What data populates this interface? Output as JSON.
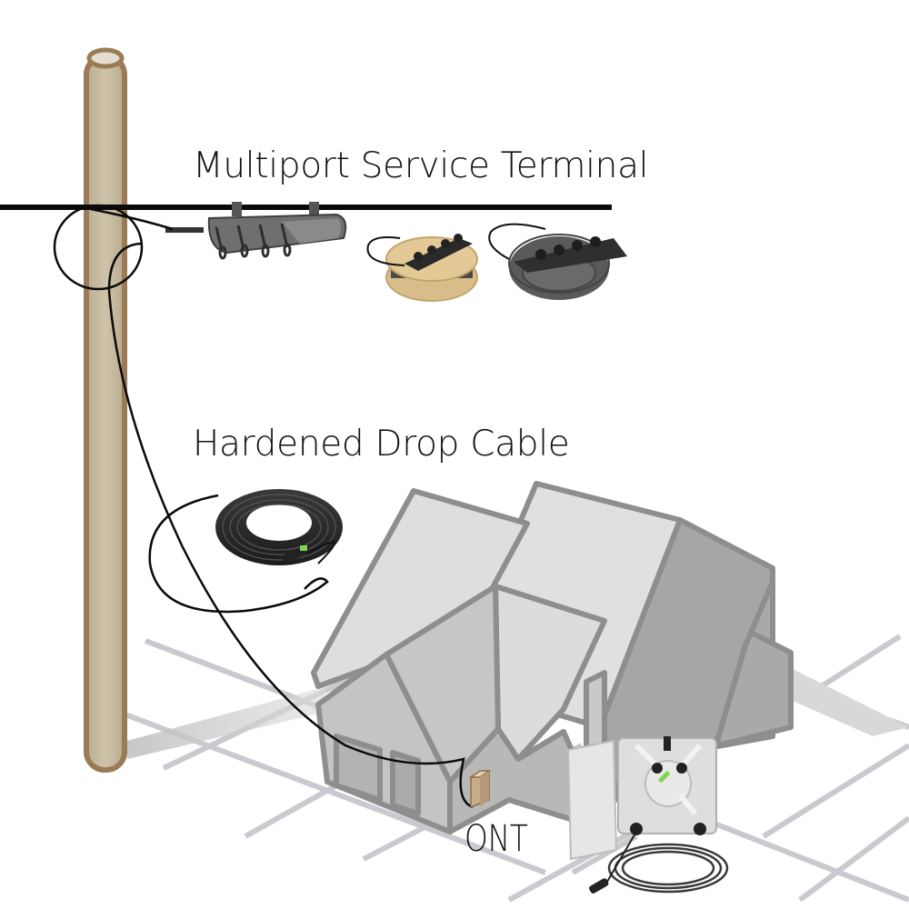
{
  "diagram": {
    "title": "FTTH drop installation",
    "labels": {
      "multiport_service_terminal": "Multiport Service Terminal",
      "hardened_drop_cable": "Hardened Drop Cable",
      "ont": "ONT"
    },
    "components": [
      {
        "id": "utility-pole",
        "name": "Utility pole"
      },
      {
        "id": "strand-cable",
        "name": "Aerial strand / feeder cable"
      },
      {
        "id": "multiport-service-terminal",
        "name": "Multiport Service Terminal",
        "ports": 4
      },
      {
        "id": "mst-on-reel",
        "name": "Multiport terminal on shipping reel",
        "ports": 4
      },
      {
        "id": "mst-on-coil",
        "name": "Multiport terminal with coiled tail",
        "ports": 4
      },
      {
        "id": "hardened-drop-cable",
        "name": "Hardened Drop Cable coil"
      },
      {
        "id": "house",
        "name": "Subscriber house"
      },
      {
        "id": "ont-box",
        "name": "ONT"
      },
      {
        "id": "network-interface-device",
        "name": "Opened fiber termination box with drop cable"
      }
    ],
    "connections": [
      {
        "from": "strand-cable",
        "to": "multiport-service-terminal"
      },
      {
        "from": "multiport-service-terminal",
        "to": "ont-box",
        "via": "hardened-drop-cable"
      }
    ],
    "colors": {
      "pole_fill": "#c8bda4",
      "pole_edge": "#9a7b55",
      "cable": "#0a0a0a",
      "house_light": "#dedede",
      "house_mid": "#c4c4c4",
      "house_dark": "#a8a9ab",
      "house_edge": "#8e8e8e",
      "ground_lines": "#c9c9cf",
      "ont_box": "#d9c2a0",
      "reel": "#d8bd8a",
      "connector_green": "#7fd64a"
    }
  }
}
